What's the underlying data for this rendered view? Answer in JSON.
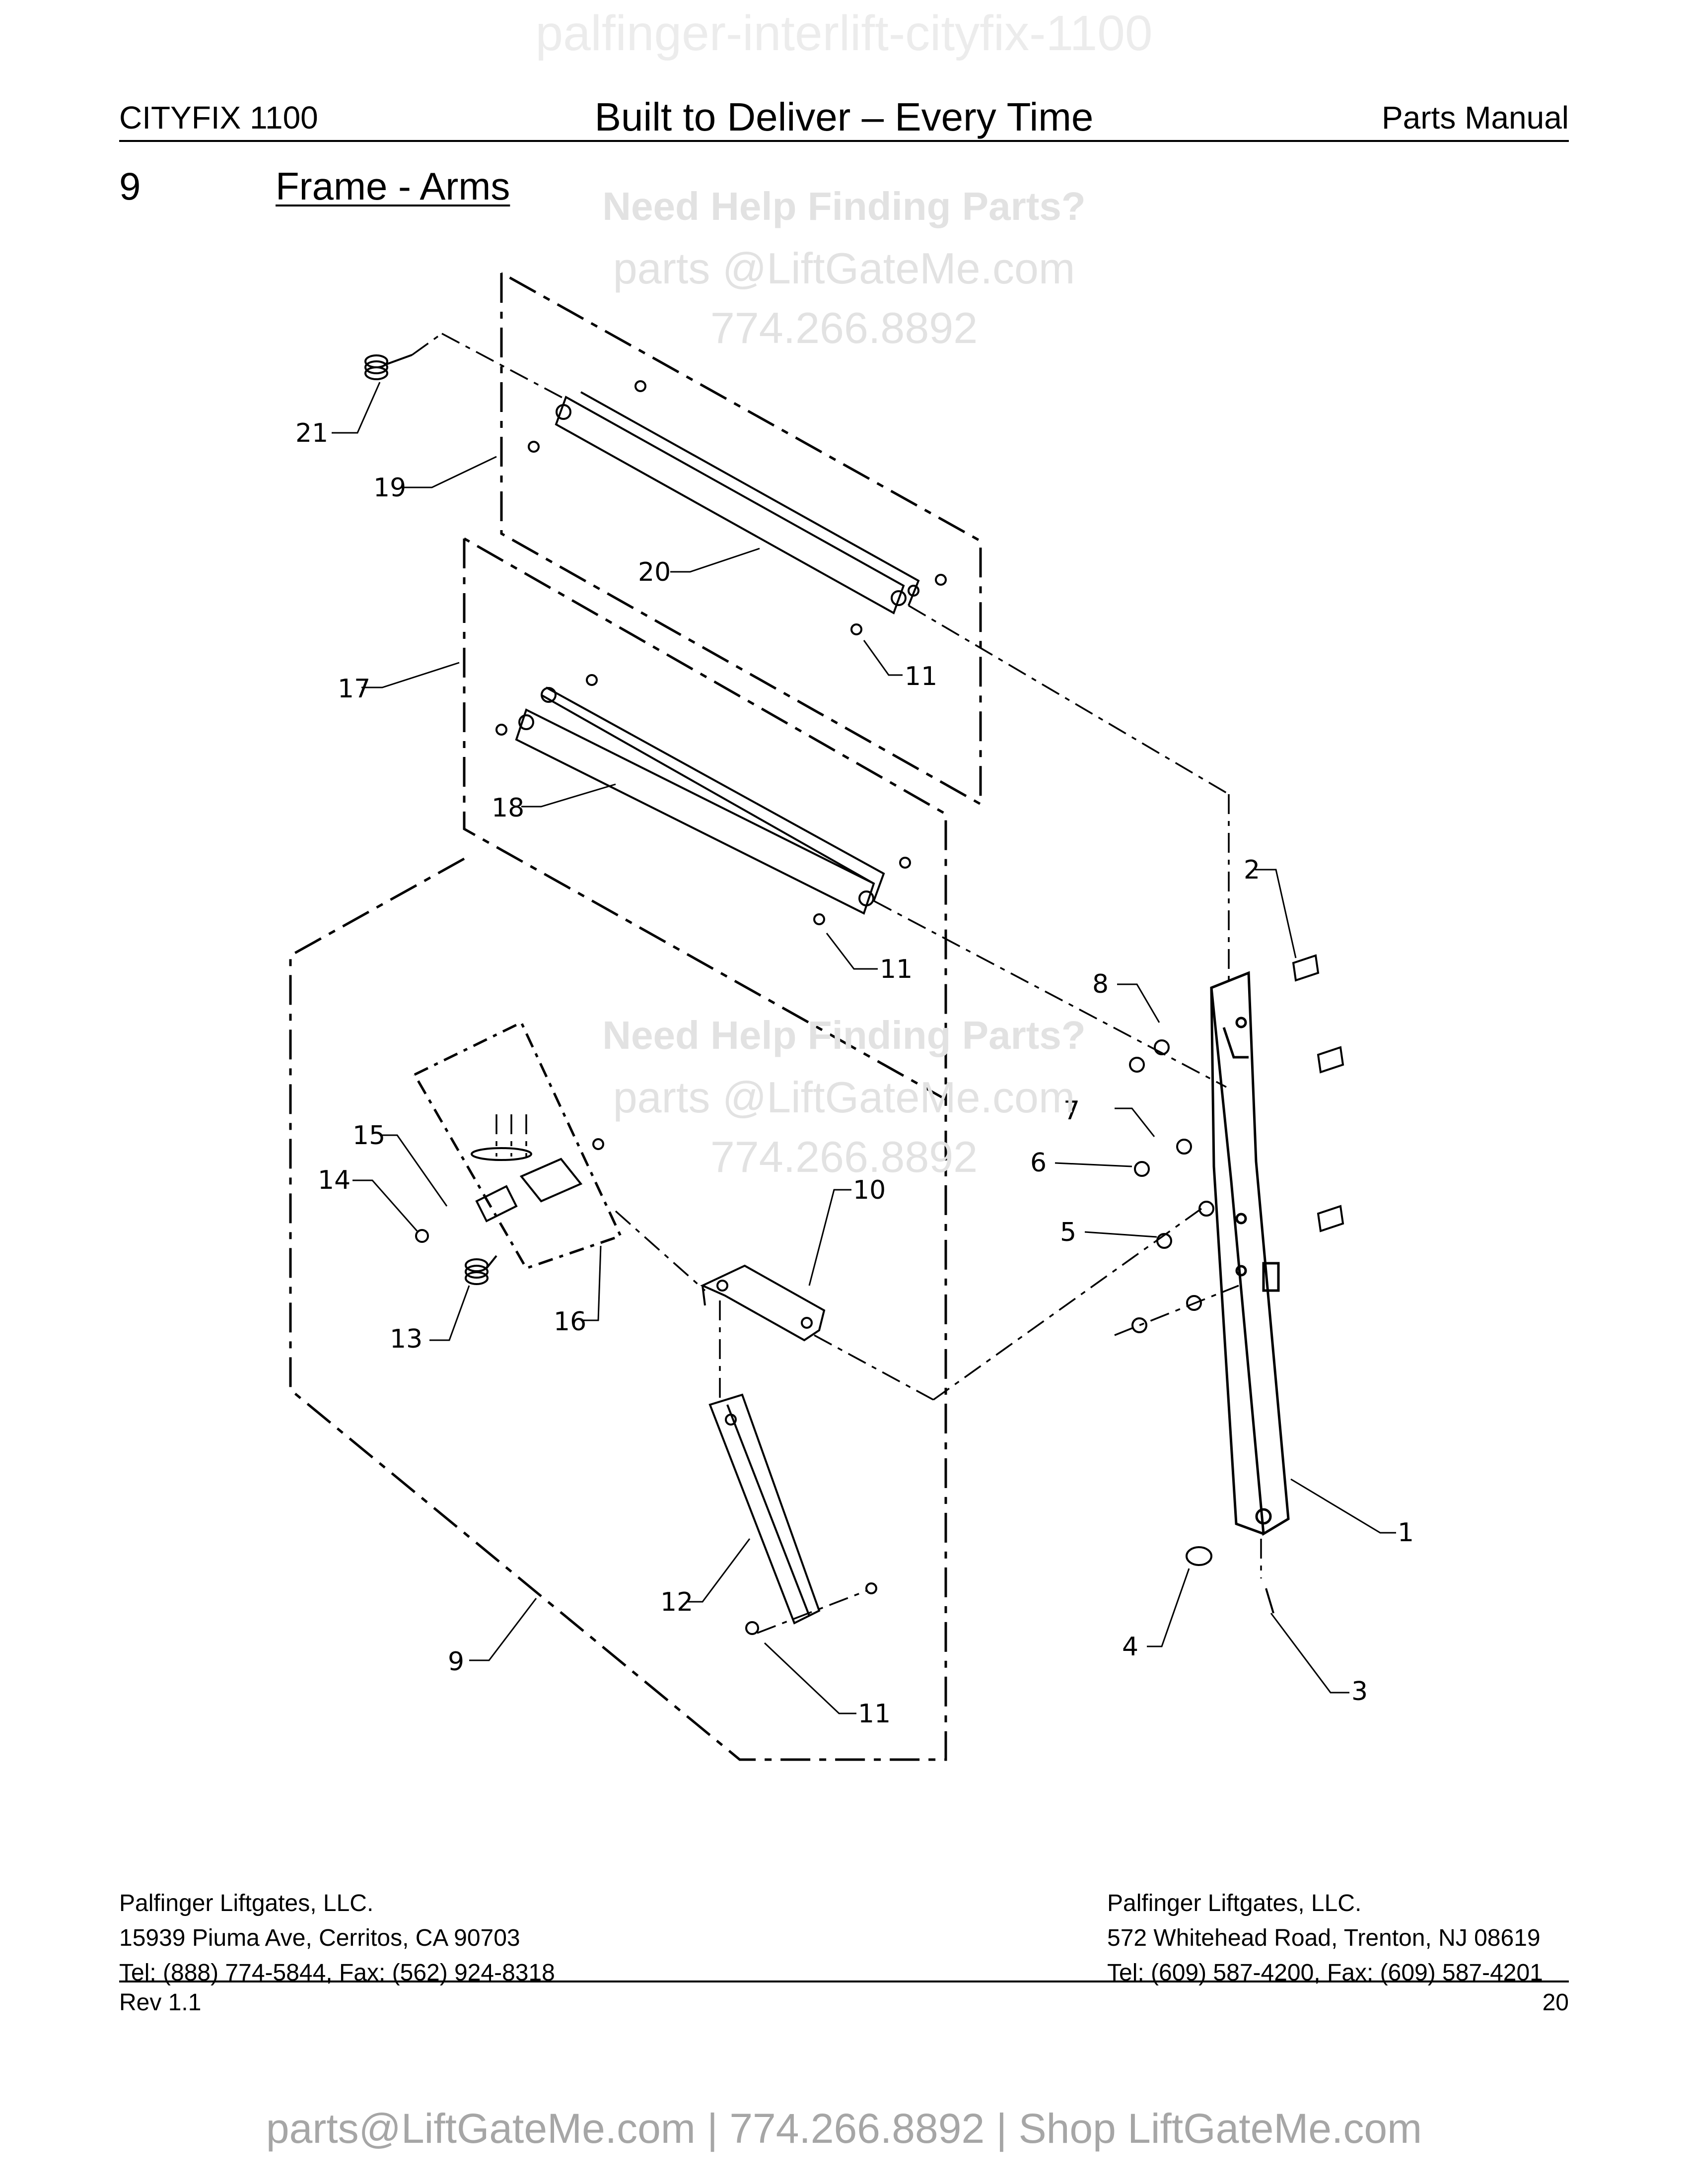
{
  "watermark_top": "palfinger-interlift-cityfix-1100",
  "header": {
    "left": "CITYFIX 1100",
    "center": "Built to Deliver – Every Time",
    "right": "Parts Manual"
  },
  "section": {
    "number": "9",
    "title": "Frame - Arms"
  },
  "watermark": {
    "line1": "Need Help Finding Parts?",
    "line2": "parts @LiftGateMe.com",
    "line3": "774.266.8892"
  },
  "callouts": {
    "c1": "1",
    "c2": "2",
    "c3": "3",
    "c4": "4",
    "c5": "5",
    "c6": "6",
    "c7": "7",
    "c8": "8",
    "c9": "9",
    "c10": "10",
    "c11a": "11",
    "c11b": "11",
    "c11c": "11",
    "c12": "12",
    "c13": "13",
    "c14": "14",
    "c15": "15",
    "c16": "16",
    "c17": "17",
    "c18": "18",
    "c19": "19",
    "c20": "20",
    "c21": "21"
  },
  "footer": {
    "left": {
      "line1": "Palfinger Liftgates, LLC.",
      "line2": "15939 Piuma Ave, Cerritos, CA 90703",
      "line3": "Tel: (888) 774-5844, Fax: (562) 924-8318"
    },
    "right": {
      "line1": "Palfinger Liftgates, LLC.",
      "line2": "572 Whitehead Road, Trenton, NJ 08619",
      "line3": "Tel: (609) 587-4200, Fax: (609) 587-4201"
    },
    "rev": "Rev 1.1",
    "page": "20",
    "contact": "parts@LiftGateMe.com | 774.266.8892 | Shop LiftGateMe.com"
  }
}
